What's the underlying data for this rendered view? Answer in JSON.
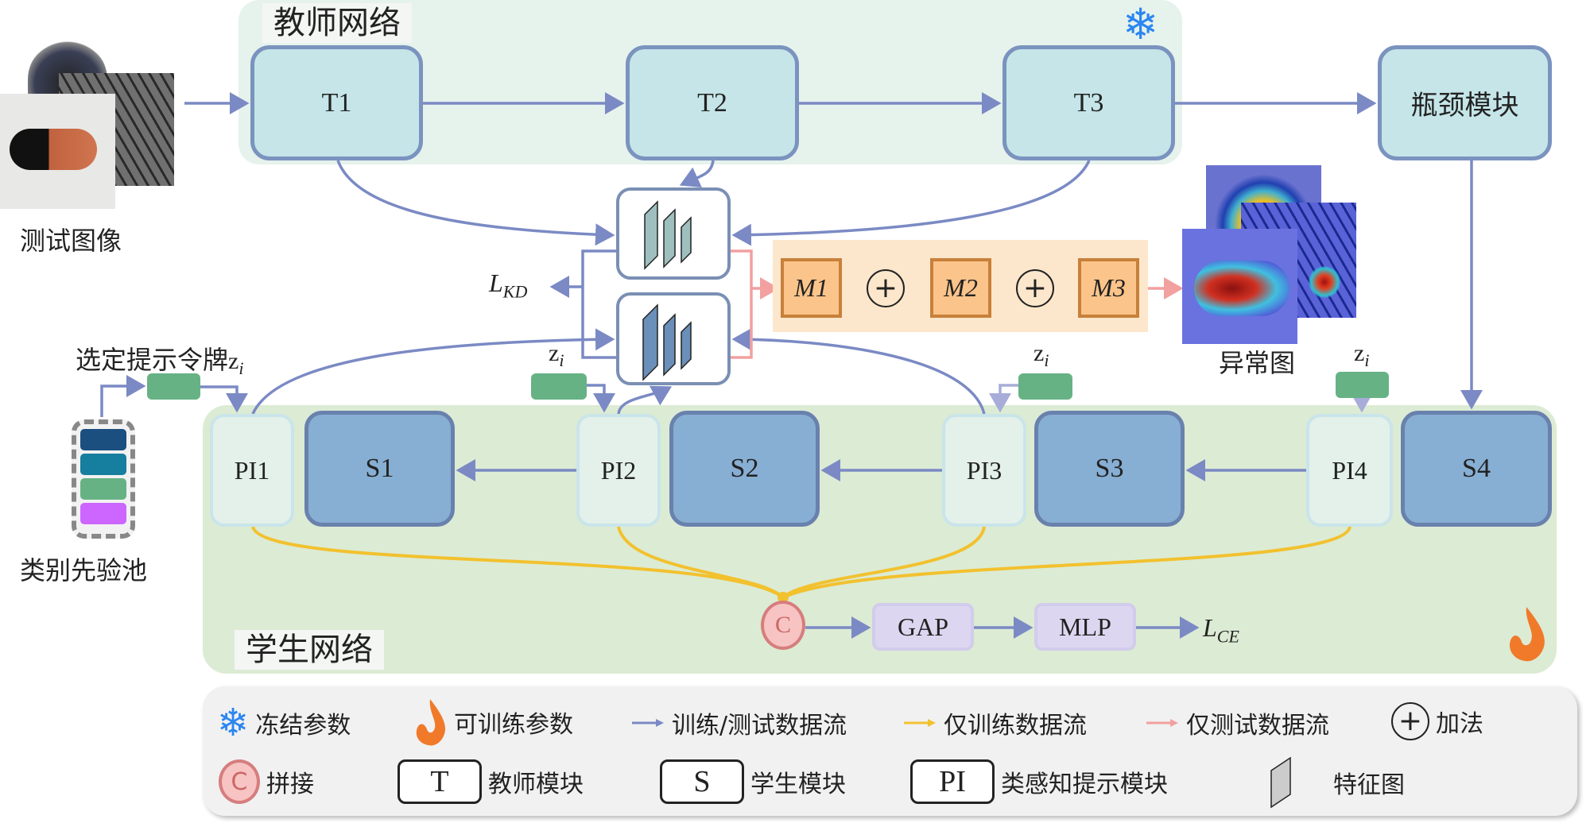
{
  "teacher_network": {
    "title": "教师网络",
    "blocks": [
      "T1",
      "T2",
      "T3"
    ],
    "bottleneck": "瓶颈模块",
    "status_icon": "snowflake-icon"
  },
  "input": {
    "caption": "测试图像"
  },
  "feature_maps": {
    "loss_label": "L",
    "loss_sub": "KD"
  },
  "fusion": {
    "modules": [
      "M1",
      "M2",
      "M3"
    ],
    "operator": "+"
  },
  "anomaly": {
    "caption": "异常图"
  },
  "student_network": {
    "title": "学生网络",
    "prompt_modules": [
      "PI1",
      "PI2",
      "PI3",
      "PI4"
    ],
    "blocks": [
      "S1",
      "S2",
      "S3",
      "S4"
    ],
    "status_icon": "flame-icon"
  },
  "prompt": {
    "selected_label": "选定提示令牌",
    "token_symbol": "z",
    "token_sub": "i",
    "pool_caption": "类别先验池",
    "pool_colors": [
      "#1b4f80",
      "#167e9e",
      "#67b285",
      "#cc66ff"
    ]
  },
  "head": {
    "concat": "C",
    "gap": "GAP",
    "mlp": "MLP",
    "loss_label": "L",
    "loss_sub": "CE"
  },
  "colors": {
    "train_test_flow": "#7b8ac4",
    "train_only_flow": "#f2c12e",
    "test_only_flow": "#f2a0a0",
    "snowflake": "#2b86f0",
    "flame": "#f07a2a"
  },
  "legend": {
    "frozen": "冻结参数",
    "trainable": "可训练参数",
    "train_test_flow": "训练/测试数据流",
    "train_only_flow": "仅训练数据流",
    "test_only_flow": "仅测试数据流",
    "add_symbol": "+",
    "add": "加法",
    "concat_symbol": "C",
    "concat": "拼接",
    "teacher_symbol": "T",
    "teacher": "教师模块",
    "student_symbol": "S",
    "student": "学生模块",
    "pi_symbol": "PI",
    "pi": "类感知提示模块",
    "feature_map": "特征图"
  }
}
